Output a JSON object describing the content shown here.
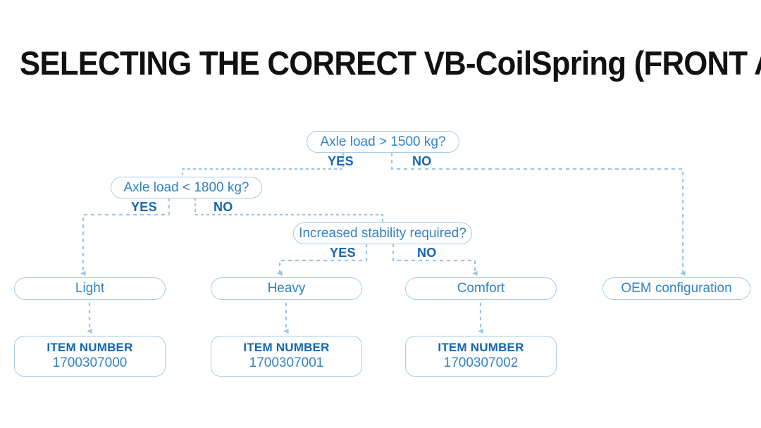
{
  "page": {
    "title": "SELECTING THE CORRECT VB-CoilSpring (FRONT AXLE)",
    "background_color": "#ffffff",
    "title_color": "#111111",
    "node_text_color": "#3383c4",
    "node_border_color": "#a7cbe8",
    "branch_label_color": "#1565b0",
    "connector_color": "#9cc6e6"
  },
  "chart_data": {
    "type": "flowchart",
    "title": "SELECTING THE CORRECT VB-CoilSpring (FRONT AXLE)",
    "nodes": [
      {
        "id": "d1",
        "kind": "decision",
        "label": "Axle load > 1500 kg?"
      },
      {
        "id": "d2",
        "kind": "decision",
        "label": "Axle load < 1800 kg?"
      },
      {
        "id": "d3",
        "kind": "decision",
        "label": "Increased stability required?"
      },
      {
        "id": "r1",
        "kind": "result",
        "label": "Light"
      },
      {
        "id": "r2",
        "kind": "result",
        "label": "Heavy"
      },
      {
        "id": "r3",
        "kind": "result",
        "label": "Comfort"
      },
      {
        "id": "r4",
        "kind": "result",
        "label": "OEM configuration"
      },
      {
        "id": "i1",
        "kind": "item",
        "label": "ITEM NUMBER",
        "value": "1700307000"
      },
      {
        "id": "i2",
        "kind": "item",
        "label": "ITEM NUMBER",
        "value": "1700307001"
      },
      {
        "id": "i3",
        "kind": "item",
        "label": "ITEM NUMBER",
        "value": "1700307002"
      }
    ],
    "edges": [
      {
        "from": "d1",
        "to": "d2",
        "label": "YES"
      },
      {
        "from": "d1",
        "to": "r4",
        "label": "NO"
      },
      {
        "from": "d2",
        "to": "r1",
        "label": "YES"
      },
      {
        "from": "d2",
        "to": "d3",
        "label": "NO"
      },
      {
        "from": "d3",
        "to": "r2",
        "label": "YES"
      },
      {
        "from": "d3",
        "to": "r3",
        "label": "NO"
      },
      {
        "from": "r1",
        "to": "i1",
        "label": ""
      },
      {
        "from": "r2",
        "to": "i2",
        "label": ""
      },
      {
        "from": "r3",
        "to": "i3",
        "label": ""
      }
    ]
  },
  "decisions": {
    "d1": {
      "label": "Axle load > 1500 kg?",
      "yes": "YES",
      "no": "NO"
    },
    "d2": {
      "label": "Axle load < 1800 kg?",
      "yes": "YES",
      "no": "NO"
    },
    "d3": {
      "label": "Increased stability required?",
      "yes": "YES",
      "no": "NO"
    }
  },
  "results": {
    "light": "Light",
    "heavy": "Heavy",
    "comfort": "Comfort",
    "oem": "OEM configuration"
  },
  "items": {
    "item1": {
      "label": "ITEM NUMBER",
      "value": "1700307000"
    },
    "item2": {
      "label": "ITEM NUMBER",
      "value": "1700307001"
    },
    "item3": {
      "label": "ITEM NUMBER",
      "value": "1700307002"
    }
  }
}
